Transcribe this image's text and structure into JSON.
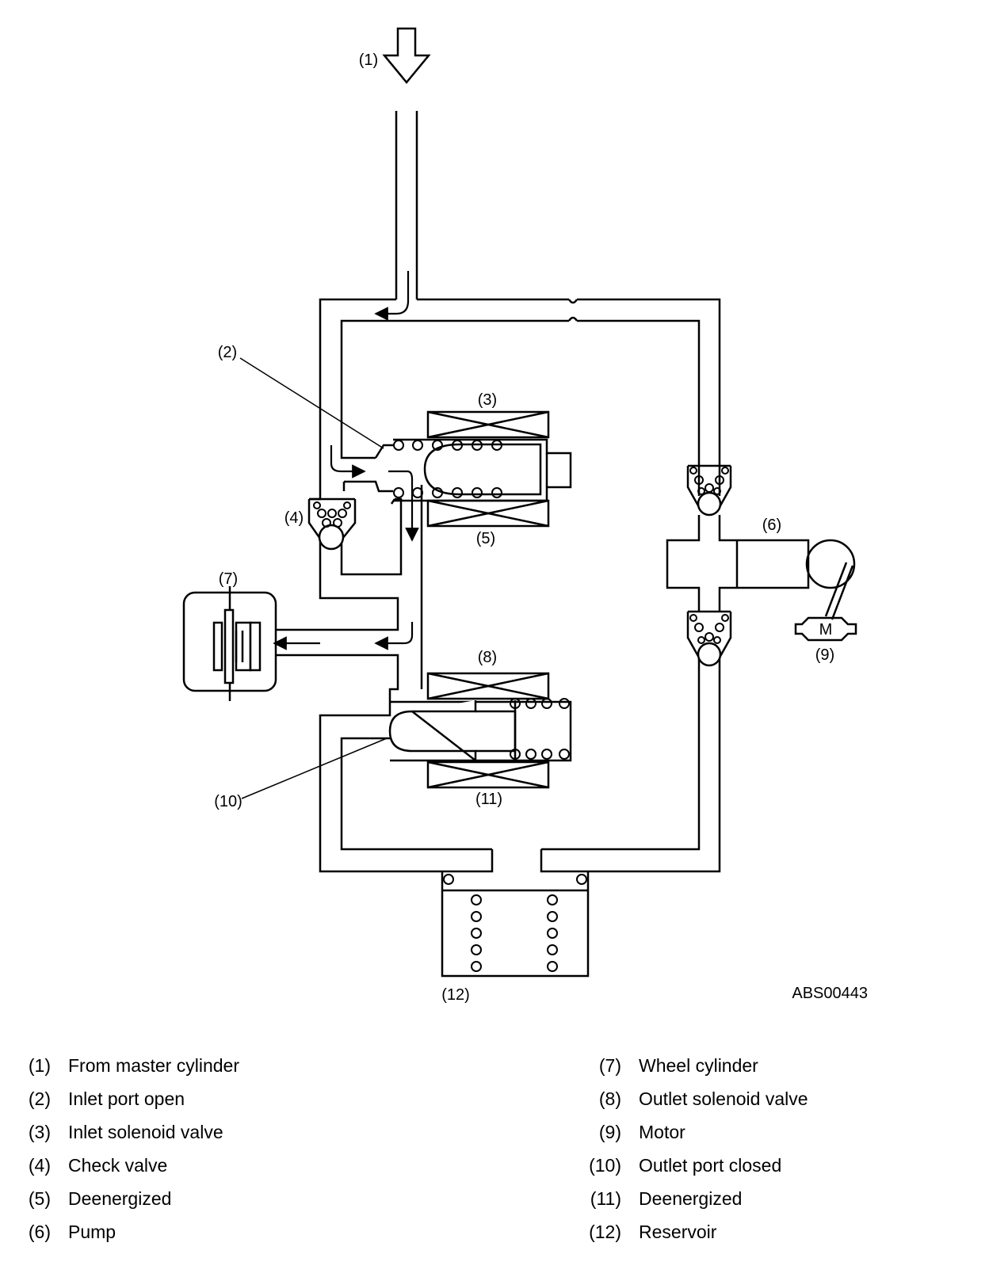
{
  "diagram": {
    "callouts": {
      "c1": "(1)",
      "c2": "(2)",
      "c3": "(3)",
      "c4": "(4)",
      "c5": "(5)",
      "c6": "(6)",
      "c7": "(7)",
      "c8": "(8)",
      "c9": "(9)",
      "c10": "(10)",
      "c11": "(11)",
      "c12": "(12)"
    },
    "motor_symbol": "M",
    "figure_code": "ABS00443"
  },
  "legend": {
    "left": [
      {
        "num": "(1)",
        "label": "From master cylinder"
      },
      {
        "num": "(2)",
        "label": "Inlet port open"
      },
      {
        "num": "(3)",
        "label": "Inlet solenoid valve"
      },
      {
        "num": "(4)",
        "label": "Check valve"
      },
      {
        "num": "(5)",
        "label": "Deenergized"
      },
      {
        "num": "(6)",
        "label": "Pump"
      }
    ],
    "right": [
      {
        "num": "(7)",
        "label": "Wheel cylinder"
      },
      {
        "num": "(8)",
        "label": "Outlet solenoid valve"
      },
      {
        "num": "(9)",
        "label": "Motor"
      },
      {
        "num": "(10)",
        "label": "Outlet port closed"
      },
      {
        "num": "(11)",
        "label": "Deenergized"
      },
      {
        "num": "(12)",
        "label": "Reservoir"
      }
    ]
  }
}
